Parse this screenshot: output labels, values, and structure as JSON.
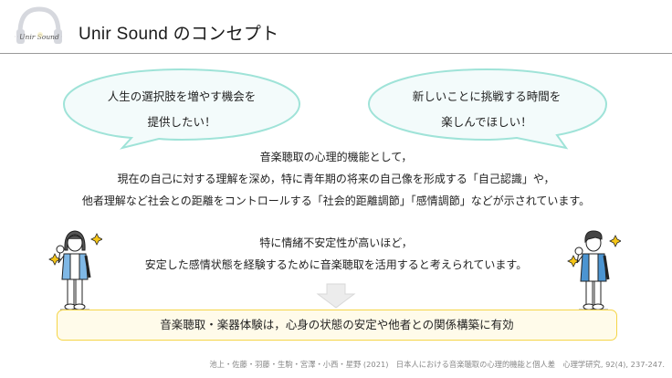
{
  "header": {
    "logo_text": "Unir Sound",
    "title": "Unir Sound のコンセプト"
  },
  "bubbles": [
    {
      "lines": [
        "人生の選択肢を増やす機会を",
        "提供したい！"
      ]
    },
    {
      "lines": [
        "新しいことに挑戦する時間を",
        "楽しんでほしい！"
      ]
    }
  ],
  "paragraph1": {
    "lines": [
      "音楽聴取の心理的機能として，",
      "現在の自己に対する理解を深め，特に青年期の将来の自己像を形成する「自己認識」や，",
      "他者理解など社会との距離をコントロールする「社会的距離調節」「感情調節」などが示されています。"
    ]
  },
  "paragraph2": {
    "lines": [
      "特に情緒不安定性が高いほど，",
      "安定した感情状態を経験するために音楽聴取を活用すると考えられています。"
    ]
  },
  "conclusion": {
    "text": "音楽聴取・楽器体験は，心身の状態の安定や他者との関係構築に有効"
  },
  "citation": {
    "text": "池上・佐藤・羽藤・生駒・宮澤・小西・星野 (2021)　日本人における音楽聴取の心理的機能と個人差　心理学研究, 92(4), 237-247."
  },
  "icons": {
    "logo": "headphones-logo-icon",
    "figure_left": "woman-fist-pump-illustration",
    "figure_right": "man-fist-pump-illustration",
    "sparkle": "sparkle-icon",
    "arrow": "arrow-down-icon"
  },
  "colors": {
    "bubble_fill": "#f3fbfb",
    "bubble_stroke": "#9fe3d8",
    "conclusion_fill": "#fffbea",
    "conclusion_border": "#f5d548",
    "jacket_blue": "#4b94d1",
    "sparkle_yellow": "#f5c518",
    "arrow_gray": "#ececec"
  }
}
